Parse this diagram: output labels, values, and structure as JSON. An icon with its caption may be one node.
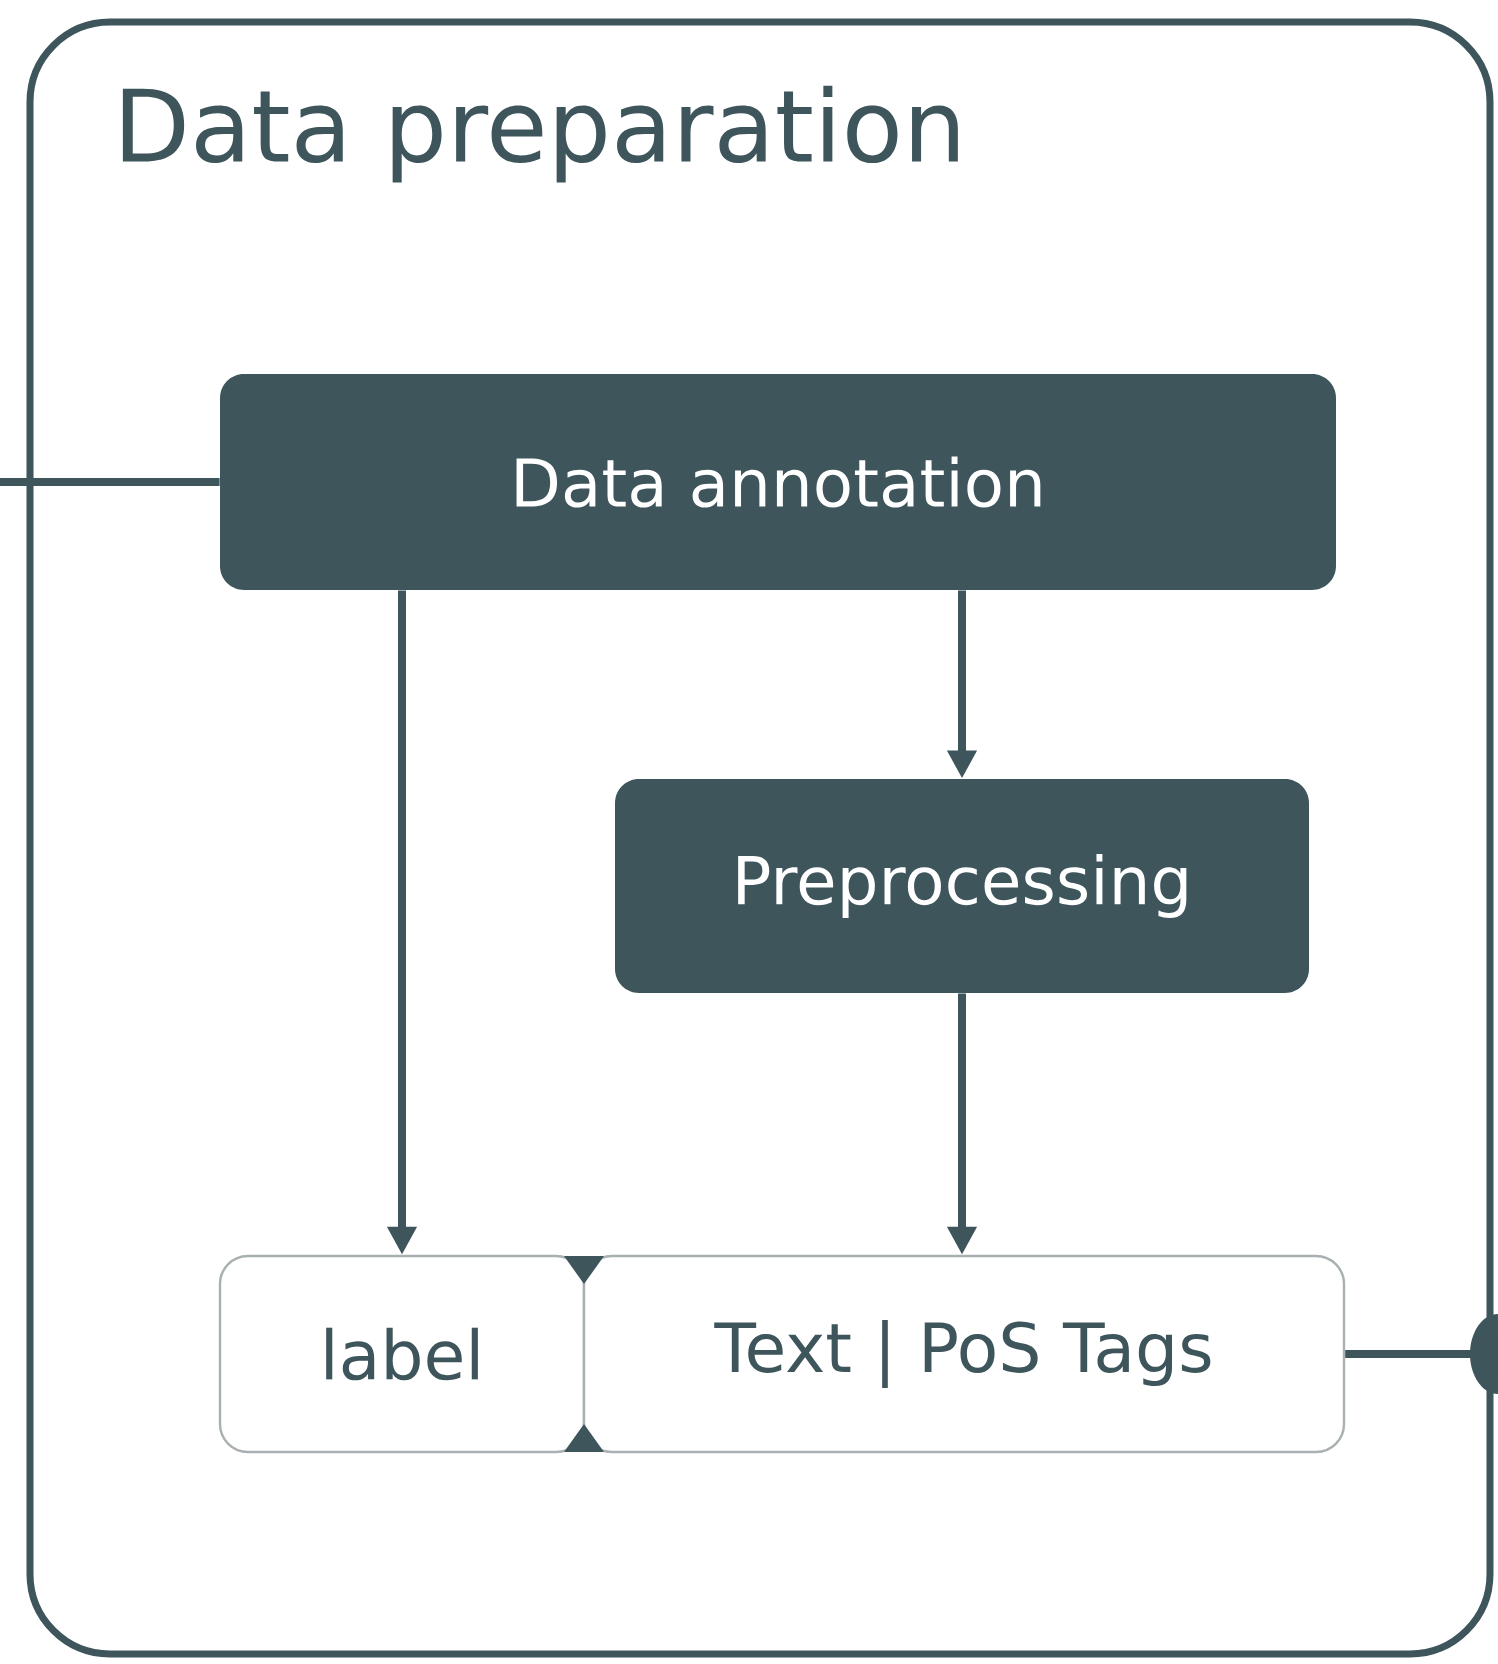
{
  "diagram": {
    "nodes": [
      {
        "text": [
          "Data preparation"
        ]
      },
      {
        "text": [
          "Data annotation"
        ],
        "in": 0
      },
      {
        "text": [
          "Preprocessing"
        ],
        "in": 0
      },
      {
        "text": [
          "label"
        ],
        "in": 0
      },
      {
        "text": [
          "Text | PoS Tags"
        ],
        "in": 0
      }
    ],
    "edges": [
      {
        "from": null,
        "to": 1,
        "arrow": "none"
      },
      {
        "from": 1,
        "to": 3,
        "arrow": "to"
      },
      {
        "from": 1,
        "to": 2,
        "arrow": "to"
      },
      {
        "from": 2,
        "to": 4,
        "arrow": "to"
      },
      {
        "from": 4,
        "to": null,
        "arrow": "other"
      }
    ]
  }
}
